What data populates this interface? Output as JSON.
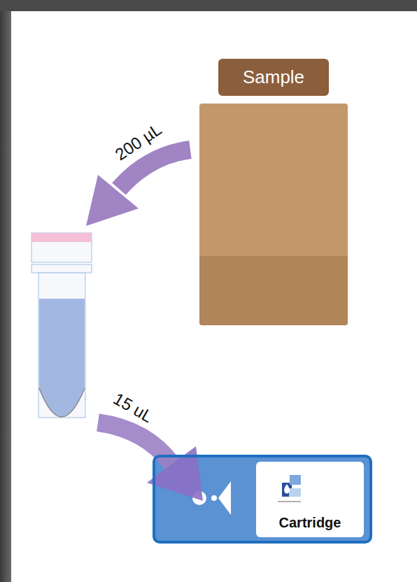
{
  "diagram": {
    "nodes": [
      {
        "text": [
          "Sample"
        ]
      },
      {
        "text": [
          "Cartridge"
        ]
      }
    ],
    "labels": [
      "200 µL",
      "15 uL"
    ]
  }
}
